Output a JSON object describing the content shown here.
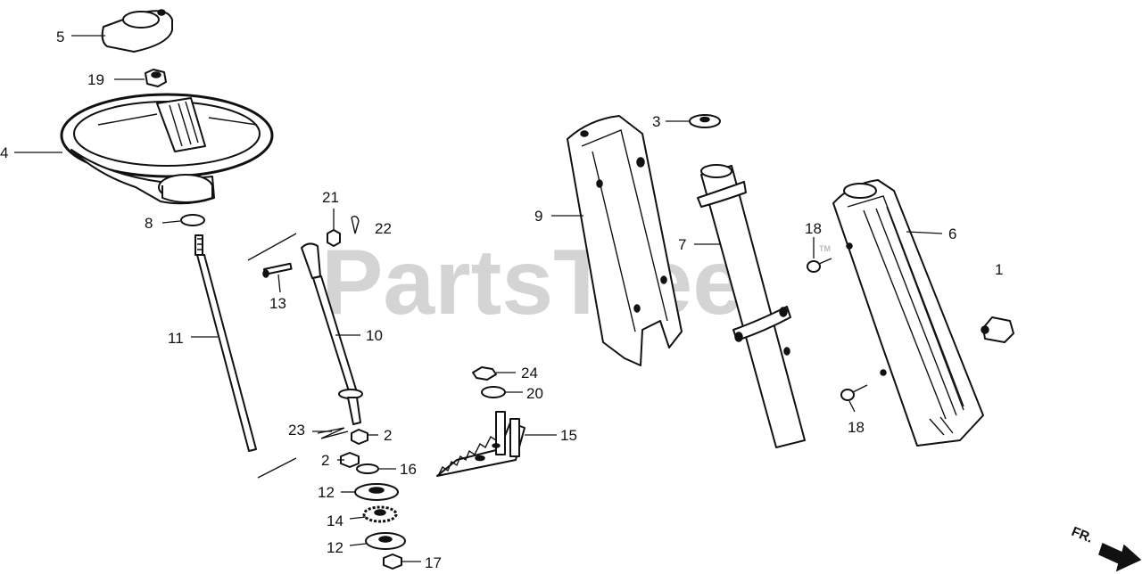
{
  "watermark": "PartsTree",
  "watermark_tm": "TM",
  "direction_label": "FR.",
  "callouts": [
    {
      "id": "c1",
      "text": "1"
    },
    {
      "id": "c2a",
      "text": "2"
    },
    {
      "id": "c2b",
      "text": "2"
    },
    {
      "id": "c3",
      "text": "3"
    },
    {
      "id": "c4",
      "text": "4"
    },
    {
      "id": "c5",
      "text": "5"
    },
    {
      "id": "c6",
      "text": "6"
    },
    {
      "id": "c7",
      "text": "7"
    },
    {
      "id": "c8",
      "text": "8"
    },
    {
      "id": "c9",
      "text": "9"
    },
    {
      "id": "c10",
      "text": "10"
    },
    {
      "id": "c11",
      "text": "11"
    },
    {
      "id": "c12a",
      "text": "12"
    },
    {
      "id": "c12b",
      "text": "12"
    },
    {
      "id": "c13",
      "text": "13"
    },
    {
      "id": "c14",
      "text": "14"
    },
    {
      "id": "c15",
      "text": "15"
    },
    {
      "id": "c16",
      "text": "16"
    },
    {
      "id": "c17",
      "text": "17"
    },
    {
      "id": "c18a",
      "text": "18"
    },
    {
      "id": "c18b",
      "text": "18"
    },
    {
      "id": "c19",
      "text": "19"
    },
    {
      "id": "c20",
      "text": "20"
    },
    {
      "id": "c21",
      "text": "21"
    },
    {
      "id": "c22",
      "text": "22"
    },
    {
      "id": "c23",
      "text": "23"
    },
    {
      "id": "c24",
      "text": "24"
    }
  ]
}
